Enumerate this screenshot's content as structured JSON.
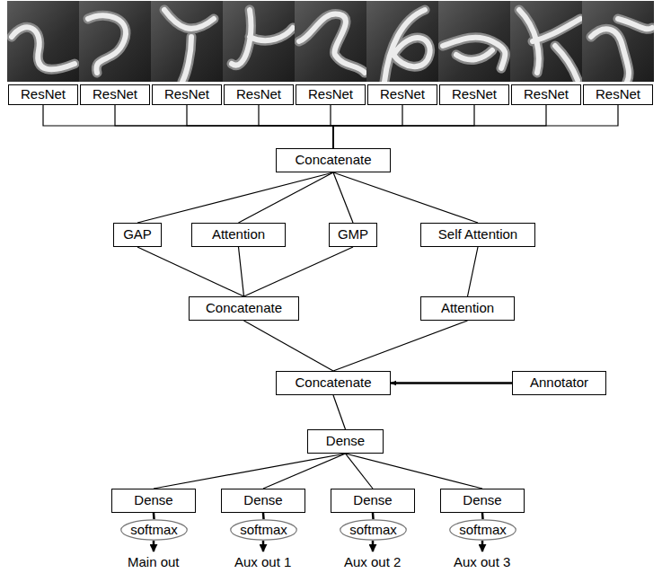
{
  "diagram": {
    "nodes": [
      {
        "text": [
          "ResNet"
        ]
      },
      {
        "text": [
          "ResNet"
        ]
      },
      {
        "text": [
          "ResNet"
        ]
      },
      {
        "text": [
          "ResNet"
        ]
      },
      {
        "text": [
          "ResNet"
        ]
      },
      {
        "text": [
          "ResNet"
        ]
      },
      {
        "text": [
          "ResNet"
        ]
      },
      {
        "text": [
          "ResNet"
        ]
      },
      {
        "text": [
          "ResNet"
        ]
      },
      {
        "text": [
          "Concatenate"
        ]
      },
      {
        "text": [
          "GAP"
        ]
      },
      {
        "text": [
          "Attention"
        ]
      },
      {
        "text": [
          "GMP"
        ]
      },
      {
        "text": [
          "Self Attention"
        ]
      },
      {
        "text": [
          "Concatenate"
        ]
      },
      {
        "text": [
          "Attention"
        ]
      },
      {
        "text": [
          "Concatenate"
        ]
      },
      {
        "text": [
          "Annotator"
        ]
      },
      {
        "text": [
          "Dense"
        ]
      },
      {
        "text": [
          "Dense"
        ]
      },
      {
        "text": [
          "Dense"
        ]
      },
      {
        "text": [
          "Dense"
        ]
      },
      {
        "text": [
          "Dense"
        ]
      },
      {
        "text": [
          "softmax"
        ]
      },
      {
        "text": [
          "softmax"
        ]
      },
      {
        "text": [
          "softmax"
        ]
      },
      {
        "text": [
          "softmax"
        ]
      }
    ],
    "edges": [
      {
        "from": 0,
        "to": 9,
        "arrow": "none"
      },
      {
        "from": 1,
        "to": 9,
        "arrow": "none"
      },
      {
        "from": 2,
        "to": 9,
        "arrow": "none"
      },
      {
        "from": 3,
        "to": 9,
        "arrow": "none"
      },
      {
        "from": 4,
        "to": 9,
        "arrow": "none"
      },
      {
        "from": 5,
        "to": 9,
        "arrow": "none"
      },
      {
        "from": 6,
        "to": 9,
        "arrow": "none"
      },
      {
        "from": 7,
        "to": 9,
        "arrow": "none"
      },
      {
        "from": 8,
        "to": 9,
        "arrow": "none"
      },
      {
        "from": 9,
        "to": 10,
        "arrow": "none"
      },
      {
        "from": 9,
        "to": 11,
        "arrow": "none"
      },
      {
        "from": 9,
        "to": 12,
        "arrow": "none"
      },
      {
        "from": 9,
        "to": 13,
        "arrow": "none"
      },
      {
        "from": 10,
        "to": 14,
        "arrow": "none"
      },
      {
        "from": 11,
        "to": 14,
        "arrow": "none"
      },
      {
        "from": 12,
        "to": 14,
        "arrow": "none"
      },
      {
        "from": 13,
        "to": 15,
        "arrow": "none"
      },
      {
        "from": 14,
        "to": 16,
        "arrow": "none"
      },
      {
        "from": 15,
        "to": 16,
        "arrow": "none"
      },
      {
        "from": 17,
        "to": 16,
        "arrow": "to"
      },
      {
        "from": 16,
        "to": 18,
        "arrow": "none"
      },
      {
        "from": 18,
        "to": 19,
        "arrow": "none"
      },
      {
        "from": 18,
        "to": 20,
        "arrow": "none"
      },
      {
        "from": 18,
        "to": 21,
        "arrow": "none"
      },
      {
        "from": 18,
        "to": 22,
        "arrow": "none"
      },
      {
        "from": 19,
        "to": 23,
        "arrow": "none"
      },
      {
        "from": 20,
        "to": 24,
        "arrow": "none"
      },
      {
        "from": 21,
        "to": 25,
        "arrow": "none"
      },
      {
        "from": 22,
        "to": 26,
        "arrow": "none"
      }
    ],
    "labels": [
      "Main out",
      "Aux out 1",
      "Aux out 2",
      "Aux out 3"
    ]
  }
}
